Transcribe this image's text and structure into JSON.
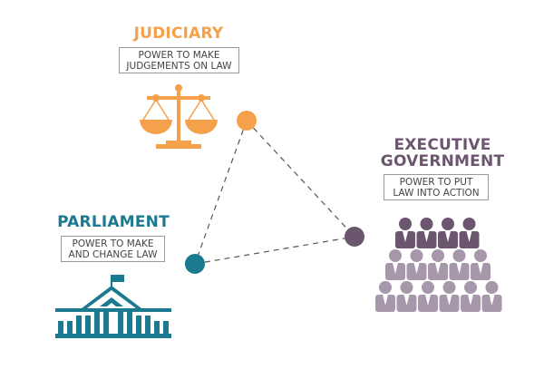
{
  "colors": {
    "judiciary": "#f5a04a",
    "parliament": "#1b7a8f",
    "executive_dark": "#6c556f",
    "executive_light": "#a797aa",
    "connector": "#555555"
  },
  "judiciary": {
    "title": "JUDICIARY",
    "desc_line1": "POWER TO MAKE",
    "desc_line2": "JUDGEMENTS ON LAW",
    "icon": "scales-of-justice-icon"
  },
  "executive": {
    "title_line1": "EXECUTIVE",
    "title_line2": "GOVERNMENT",
    "desc_line1": "POWER TO PUT",
    "desc_line2": "LAW INTO ACTION",
    "icon": "people-group-icon"
  },
  "parliament": {
    "title": "PARLIAMENT",
    "desc_line1": "POWER TO MAKE",
    "desc_line2": "AND CHANGE LAW",
    "icon": "parliament-building-icon"
  }
}
